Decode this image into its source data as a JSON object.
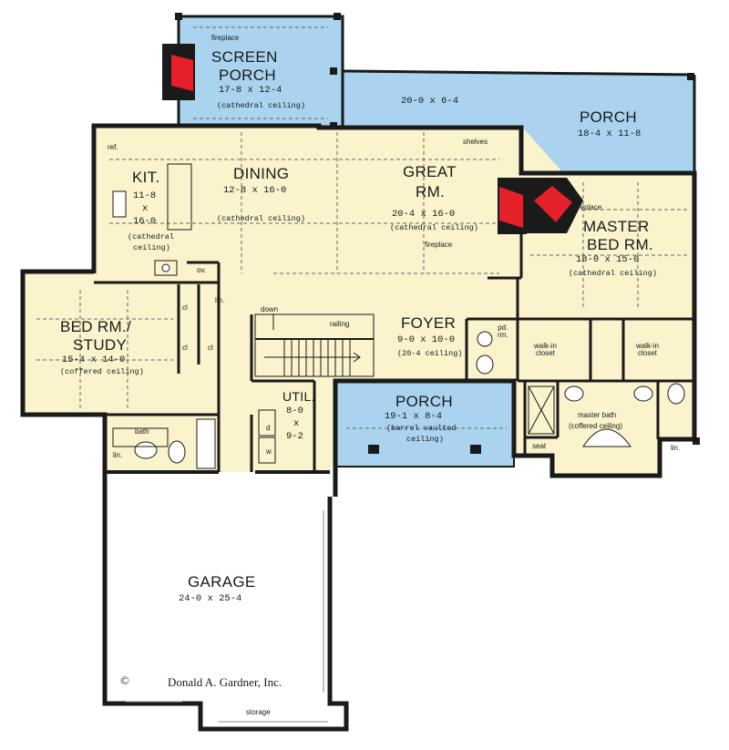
{
  "colors": {
    "interior": "#faf3cc",
    "porch": "#a9d3ef",
    "fireplace": "#e4202a",
    "wall": "#1a1a1a"
  },
  "rooms": {
    "screen_porch": {
      "name1": "SCREEN",
      "name2": "PORCH",
      "size": "17-8 x 12-4",
      "note": "(cathedral ceiling)"
    },
    "porch_strip": {
      "size": "20-0 x 6-4"
    },
    "porch_right": {
      "name": "PORCH",
      "size": "18-4 x 11-8"
    },
    "kitchen": {
      "name": "KIT.",
      "size1": "11-8",
      "size2": "x",
      "size3": "16-0",
      "note1": "(cathedral",
      "note2": "ceiling)"
    },
    "dining": {
      "name": "DINING",
      "size": "12-8 x 16-0",
      "note": "(cathedral ceiling)"
    },
    "great_room": {
      "name1": "GREAT",
      "name2": "RM.",
      "size": "20-4 x 16-0",
      "note": "(cathedral ceiling)"
    },
    "master_bedroom": {
      "name1": "MASTER",
      "name2": "BED RM.",
      "size": "18-0 x 15-0",
      "note": "(cathedral ceiling)"
    },
    "bed_study": {
      "name1": "BED RM./",
      "name2": "STUDY",
      "size": "15-4 x 14-0",
      "note": "(coffered ceiling)"
    },
    "foyer": {
      "name": "FOYER",
      "size": "9-0 x 10-0",
      "note": "(20-4 ceiling)"
    },
    "utility": {
      "name": "UTIL.",
      "size1": "8-0",
      "size2": "x",
      "size3": "9-2"
    },
    "porch_front": {
      "name": "PORCH",
      "size": "19-1 x 8-4",
      "note1": "(barrel vaulted",
      "note2": "ceiling)"
    },
    "garage": {
      "name": "GARAGE",
      "size": "24-0 x 25-4"
    }
  },
  "small_labels": {
    "fireplace_screen": "fireplace",
    "fireplace_master": "fireplace",
    "fireplace_great": "fireplace",
    "shelves": "shelves",
    "ref": "ref.",
    "ov": "ov.",
    "lin_hall": "lin.",
    "cl_1": "cl",
    "cl_2": "cl",
    "cl_3": "cl",
    "down": "down",
    "railing": "railing",
    "pd_rm": "pd.\nrm.",
    "walkin_left": "walk-in\ncloset",
    "walkin_right": "walk-in\ncloset",
    "master_bath": "master bath",
    "master_bath_note": "(coffered ceiling)",
    "seat": "seat",
    "lin_master": "lin.",
    "bath": "bath",
    "lin_bath": "lin.",
    "dryer": "d",
    "washer": "w",
    "storage": "storage"
  },
  "copyright": {
    "symbol": "©",
    "text": "Donald A. Gardner, Inc."
  }
}
